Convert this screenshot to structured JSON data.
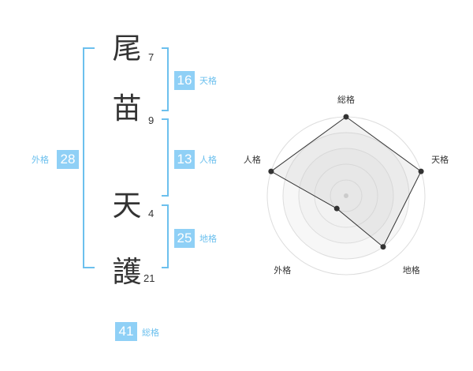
{
  "characters": [
    {
      "char": "尾",
      "strokes": "7"
    },
    {
      "char": "苗",
      "strokes": "9"
    },
    {
      "char": "天",
      "strokes": "4"
    },
    {
      "char": "護",
      "strokes": "21"
    }
  ],
  "grids": {
    "tenkaku": {
      "value": "16",
      "label": "天格"
    },
    "jinkaku": {
      "value": "13",
      "label": "人格"
    },
    "chikaku": {
      "value": "25",
      "label": "地格"
    },
    "gaikaku": {
      "value": "28",
      "label": "外格"
    },
    "soukaku": {
      "value": "41",
      "label": "総格"
    }
  },
  "colors": {
    "accent": "#8fd0f6",
    "bracket": "#6cc0ee",
    "text": "#333333"
  },
  "radar": {
    "axes": [
      "総格",
      "天格",
      "地格",
      "外格",
      "人格"
    ],
    "levels": 5,
    "values": [
      1.0,
      1.0,
      0.8,
      0.2,
      1.0
    ]
  }
}
